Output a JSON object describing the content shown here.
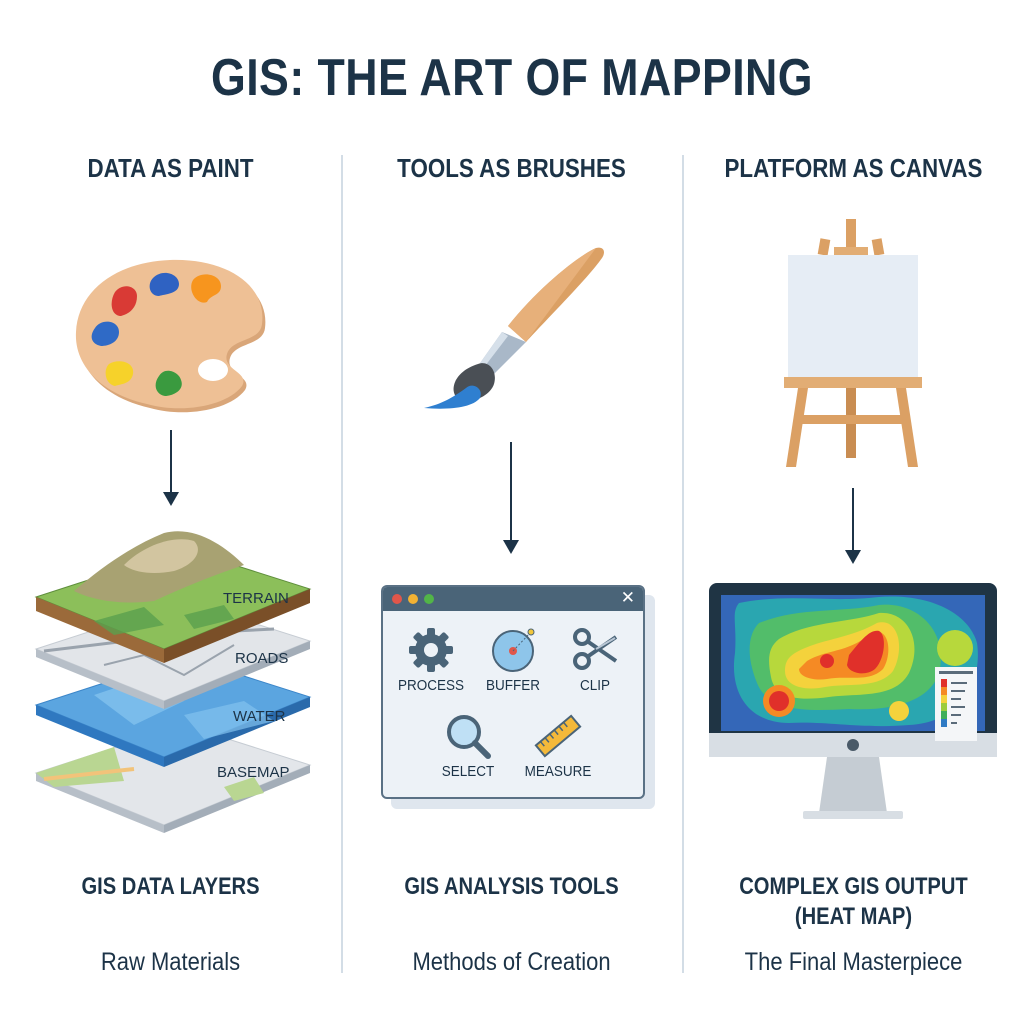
{
  "title": "GIS: THE ART OF MAPPING",
  "colors": {
    "text": "#1c3347",
    "divider": "#d3dde6",
    "palette_wood": "#e8b98a",
    "paint_red": "#d93a35",
    "paint_blue_top": "#2f62c2",
    "paint_orange": "#f7951e",
    "paint_blue_left": "#2f6ac6",
    "paint_yellow": "#f6d22a",
    "paint_green": "#3a9a3f"
  },
  "columns": [
    {
      "heading": "DATA AS PAINT",
      "icon": "palette-icon",
      "footer_title": "GIS DATA LAYERS",
      "footer_subtitle": "Raw Materials",
      "layers": [
        {
          "label": "TERRAIN",
          "color": "#8cbf5a"
        },
        {
          "label": "ROADS",
          "color": "#dfe3e7"
        },
        {
          "label": "WATER",
          "color": "#4e9ad8"
        },
        {
          "label": "BASEMAP",
          "color": "#e3e6ea"
        }
      ]
    },
    {
      "heading": "TOOLS AS BRUSHES",
      "icon": "paintbrush-icon",
      "footer_title": "GIS ANALYSIS TOOLS",
      "footer_subtitle": "Methods of Creation",
      "window": {
        "close": "✕",
        "tools": [
          {
            "label": "PROCESS",
            "icon": "gear-icon"
          },
          {
            "label": "BUFFER",
            "icon": "buffer-icon"
          },
          {
            "label": "CLIP",
            "icon": "scissors-icon"
          },
          {
            "label": "SELECT",
            "icon": "magnifier-icon"
          },
          {
            "label": "MEASURE",
            "icon": "ruler-icon"
          }
        ]
      }
    },
    {
      "heading": "PLATFORM AS CANVAS",
      "icon": "easel-icon",
      "footer_title_line1": "COMPLEX GIS OUTPUT",
      "footer_title_line2": "(HEAT MAP)",
      "footer_subtitle": "The Final Masterpiece",
      "heatmap_legend_colors": [
        "#e0302a",
        "#f58a24",
        "#f4d23c",
        "#9ccc3c",
        "#3fae5a",
        "#2f7bc4"
      ]
    }
  ]
}
